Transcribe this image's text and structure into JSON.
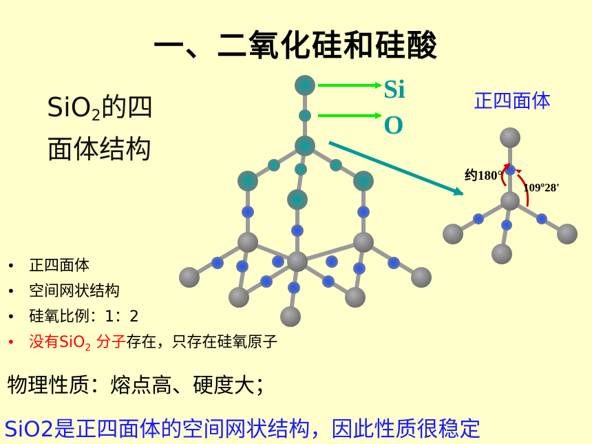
{
  "title": "一、二氧化硅和硅酸",
  "structure_title": {
    "part1": "SiO",
    "sub": "2",
    "part2": "的四",
    "line2": "面体结构"
  },
  "labels": {
    "si": "Si",
    "o": "O",
    "tetrahedron": "正四面体",
    "angle_180": "约180°",
    "angle_109": "109º28'"
  },
  "bullets": [
    {
      "dot": "•",
      "text": "正四面体"
    },
    {
      "dot": "•",
      "text": "空间网状结构"
    },
    {
      "dot": "•",
      "text": "硅氧比例：1：2"
    },
    {
      "dot": "•",
      "red1": "没有SiO",
      "sub": "2",
      "red2": " 分子",
      "rest": "存在，只存在硅氧原子"
    }
  ],
  "physical": "物理性质：熔点高、硬度大；",
  "summary": "SiO2是正四面体的空间网状结构，因此性质很稳定",
  "colors": {
    "background": "#ffffcc",
    "si_atom": "#808080",
    "o_atom": "#3366ff",
    "bond": "#999999",
    "arrow_green": "#00ff00",
    "arrow_teal": "#009999",
    "angle_arrow": "#cc0000",
    "tetra_text": "#1a1aff",
    "red_text": "#ff0000"
  }
}
